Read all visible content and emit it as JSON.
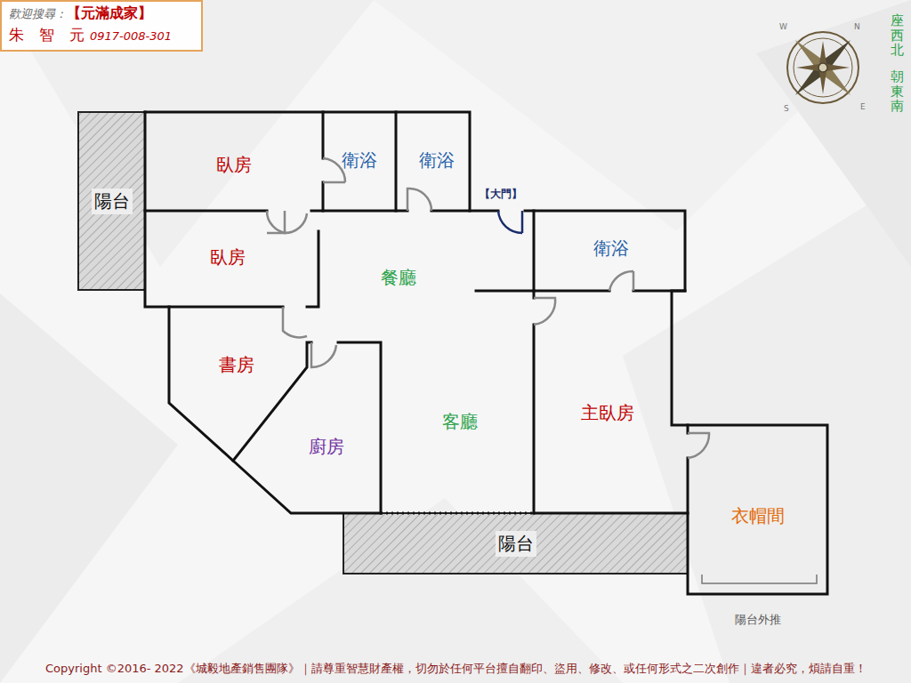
{
  "diagram": {
    "nodes": [
      {
        "text": [
          "歡迎搜尋：",
          "【元滿成家】",
          "朱　智　元",
          "0917-008-301"
        ]
      },
      {
        "text": [
          "陽台"
        ]
      },
      {
        "text": [
          "臥房"
        ]
      },
      {
        "text": [
          "衛浴"
        ]
      },
      {
        "text": [
          "衛浴"
        ]
      },
      {
        "text": [
          "臥房"
        ]
      },
      {
        "text": [
          "餐廳"
        ]
      },
      {
        "text": [
          "衛浴"
        ]
      },
      {
        "text": [
          "書房"
        ]
      },
      {
        "text": [
          "客廳"
        ]
      },
      {
        "text": [
          "主臥房"
        ]
      },
      {
        "text": [
          "廚房"
        ]
      },
      {
        "text": [
          "衣帽間"
        ]
      },
      {
        "text": [
          "陽台"
        ]
      }
    ],
    "labels": [
      "N",
      "E",
      "S",
      "W",
      "座西北",
      "朝東南",
      "【大門】",
      "陽台外推",
      "Copyright ©2016- 2022《城毅地產銷售團隊》｜請尊重智慧財產權，切勿於任何平台擅自翻印、盜用、修改、或任何形式之二次創作｜違者必究，煩請自重！"
    ]
  }
}
